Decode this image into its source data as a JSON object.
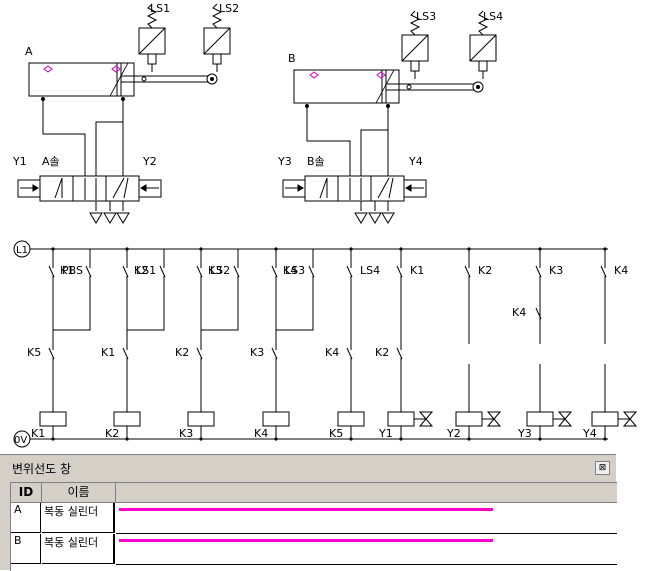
{
  "cylinders": [
    {
      "id": "cyl-a",
      "label": "A",
      "valve_label": "A솔",
      "solenoid_left": "Y1",
      "solenoid_right": "Y2",
      "switches": [
        "LS1",
        "LS2"
      ]
    },
    {
      "id": "cyl-b",
      "label": "B",
      "valve_label": "B솔",
      "solenoid_left": "Y3",
      "solenoid_right": "Y4",
      "switches": [
        "LS3",
        "LS4"
      ]
    }
  ],
  "ladder": {
    "rail_top": "L1",
    "rail_bottom": "0V",
    "rungs": [
      {
        "top": [
          "PBS",
          "K1"
        ],
        "mid": "K5",
        "coil": "K1"
      },
      {
        "top": [
          "LS1",
          "K2"
        ],
        "mid": "K1",
        "coil": "K2"
      },
      {
        "top": [
          "LS2",
          "K3"
        ],
        "mid": "K2",
        "coil": "K3"
      },
      {
        "top": [
          "LS3",
          "K4"
        ],
        "mid": "K3",
        "coil": "K4"
      },
      {
        "top": [
          "LS4"
        ],
        "mid": "K4",
        "coil": "K5"
      },
      {
        "top": [
          "K1"
        ],
        "mid": "K2",
        "coil": "Y1"
      },
      {
        "top": [
          "K2"
        ],
        "mid": "",
        "coil": "Y2"
      },
      {
        "top": [
          "K3",
          "K4"
        ],
        "mid": "",
        "coil": "Y3"
      },
      {
        "top": [
          "K4"
        ],
        "mid": "",
        "coil": "Y4"
      }
    ]
  },
  "displacement_panel": {
    "title": "변위선도 창",
    "close_symbol": "⊠",
    "columns": {
      "id": "ID",
      "name": "이름"
    },
    "rows": [
      {
        "id": "A",
        "name": "복동 실린더",
        "trace_color": "#ff00cc"
      },
      {
        "id": "B",
        "name": "복동 실린더",
        "trace_color": "#ff00cc"
      }
    ]
  },
  "colors": {
    "line": "#000000",
    "marker": "#cc00cc",
    "trace": "#ff00cc"
  }
}
